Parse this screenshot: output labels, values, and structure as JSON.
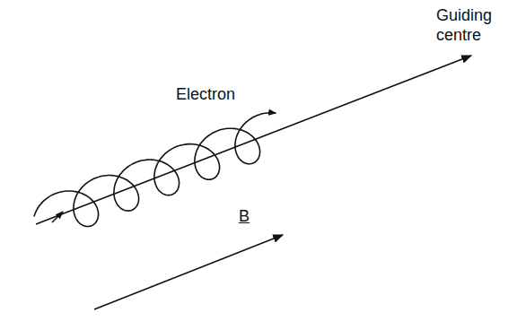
{
  "diagram": {
    "labels": [
      "Electron",
      "Guiding centre",
      "B"
    ]
  }
}
